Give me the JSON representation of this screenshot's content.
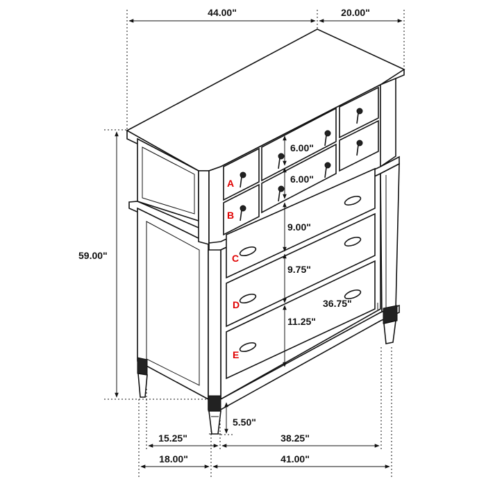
{
  "dimensions": {
    "top_width": "44.00\"",
    "top_depth": "20.00\"",
    "height": "59.00\"",
    "small_drawer_1": "6.00\"",
    "small_drawer_2": "6.00\"",
    "drawer_c": "9.00\"",
    "drawer_d": "9.75\"",
    "drawer_e": "11.25\"",
    "inner_width": "36.75\"",
    "leg_height": "5.50\"",
    "side_inner": "15.25\"",
    "front_inner": "38.25\"",
    "side_outer": "18.00\"",
    "front_outer": "41.00\""
  },
  "drawer_labels": [
    "A",
    "B",
    "C",
    "D",
    "E"
  ],
  "colors": {
    "line": "#111111",
    "label": "#e00000",
    "background": "#ffffff"
  }
}
